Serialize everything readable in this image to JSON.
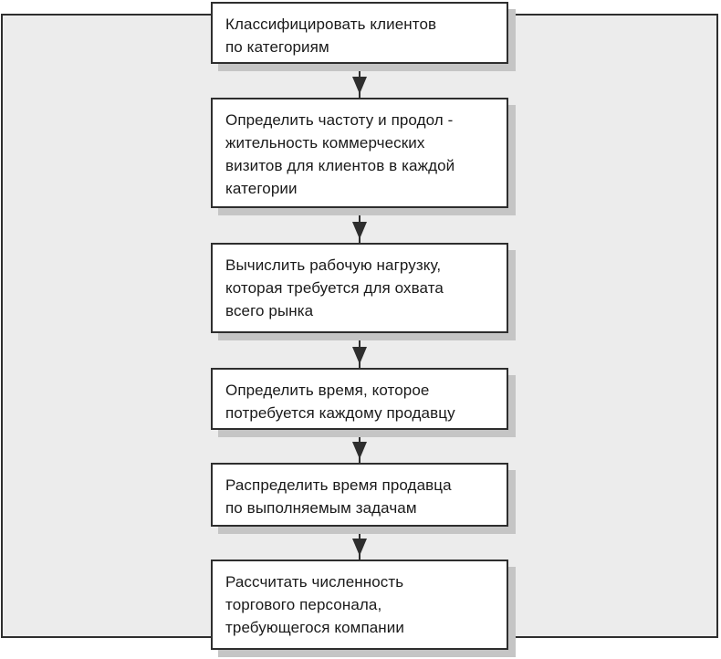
{
  "diagram": {
    "type": "flowchart",
    "direction": "top-down",
    "steps": [
      {
        "order": 1,
        "text": "Классифицировать клиентов\nпо категориям"
      },
      {
        "order": 2,
        "text": "Определить частоту и продол -\nжительность коммерческих\nвизитов для клиентов в каждой\nкатегории"
      },
      {
        "order": 3,
        "text": "Вычислить рабочую нагрузку,\nкоторая требуется для охвата\nвсего рынка"
      },
      {
        "order": 4,
        "text": "Определить время, которое\nпотребуется каждому продавцу"
      },
      {
        "order": 5,
        "text": "Распределить время продавца\nпо выполняемым задачам"
      },
      {
        "order": 6,
        "text": "Рассчитать численность\nторгового персонала,\nтребующегося компании"
      }
    ],
    "icons": {
      "connector": "down-arrow"
    },
    "colors": {
      "panel_fill": "#ececec",
      "box_fill": "#ffffff",
      "border_ink": "#2e2e2e",
      "shadow": "#c5c5c5",
      "text_ink": "#1a1a1a"
    }
  }
}
